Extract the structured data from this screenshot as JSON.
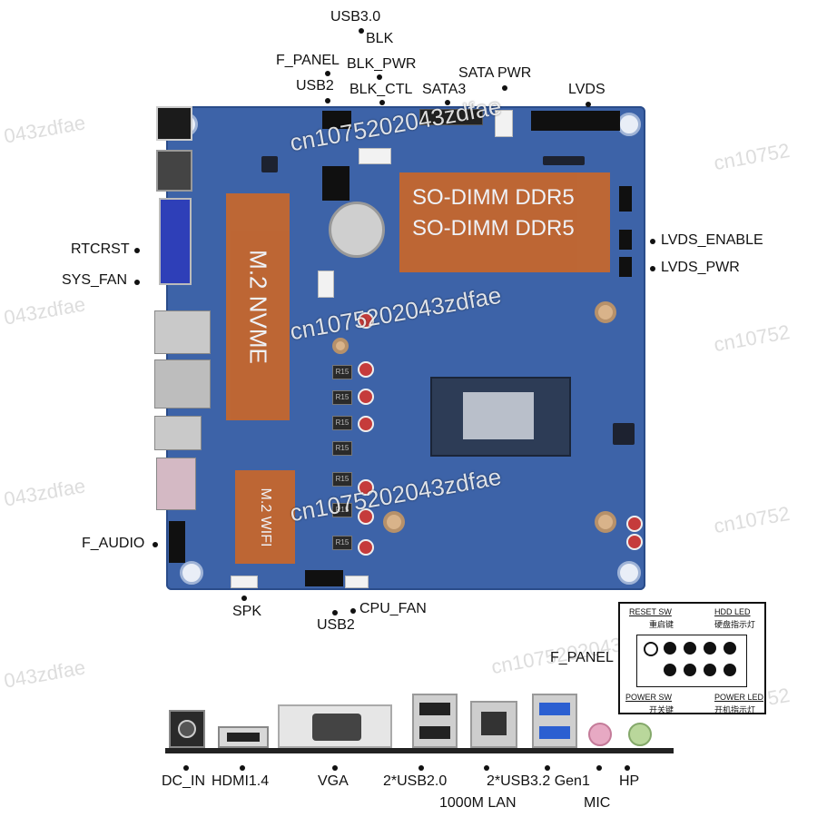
{
  "board_regions": {
    "m2_nvme": "M.2 NVME",
    "m2_wifi": "M.2 WIFI",
    "sodimm_1": "SO-DIMM DDR5",
    "sodimm_2": "SO-DIMM DDR5",
    "inductor_label": "R15"
  },
  "callouts": {
    "usb30": "USB3.0",
    "blk": "BLK",
    "f_panel_top": "F_PANEL",
    "blk_pwr": "BLK_PWR",
    "usb2_top": "USB2",
    "blk_ctl": "BLK_CTL",
    "sata3": "SATA3",
    "sata_pwr": "SATA PWR",
    "lvds": "LVDS",
    "rtcrst": "RTCRST",
    "sys_fan": "SYS_FAN",
    "lvds_enable": "LVDS_ENABLE",
    "lvds_pwr": "LVDS_PWR",
    "f_audio": "F_AUDIO",
    "spk": "SPK",
    "usb2_bottom": "USB2",
    "cpu_fan": "CPU_FAN",
    "f_panel_right": "F_PANEL"
  },
  "f_panel_diagram": {
    "reset_sw": "RESET SW",
    "reset_cn": "重启键",
    "hdd_led": "HDD LED",
    "hdd_cn": "硬盘指示灯",
    "power_sw": "POWER SW",
    "power_cn": "开关键",
    "power_led": "POWER LED",
    "power_led_cn": "开机指示灯"
  },
  "io_labels": {
    "dc_in": "DC_IN",
    "hdmi": "HDMI1.4",
    "vga": "VGA",
    "usb20": "2*USB2.0",
    "usb32": "2*USB3.2 Gen1",
    "lan": "1000M LAN",
    "mic": "MIC",
    "hp": "HP"
  },
  "watermarks": {
    "dark_1": "cn1075202043zdfae",
    "dark_2": "cn1075202043zdfae",
    "dark_3": "cn1075202043zdfae",
    "light_left_1": "043zdfae",
    "light_left_2": "043zdfae",
    "light_left_3": "043zdfae",
    "light_left_4": "043zdfae",
    "light_right_1": "cn10752",
    "light_right_2": "cn10752",
    "light_right_3": "cn10752",
    "light_right_4": "cn10752",
    "light_bottom": "cn1075202043zdfae"
  },
  "colors": {
    "pcb": "#3d63a8",
    "highlight": "#c8672b"
  }
}
